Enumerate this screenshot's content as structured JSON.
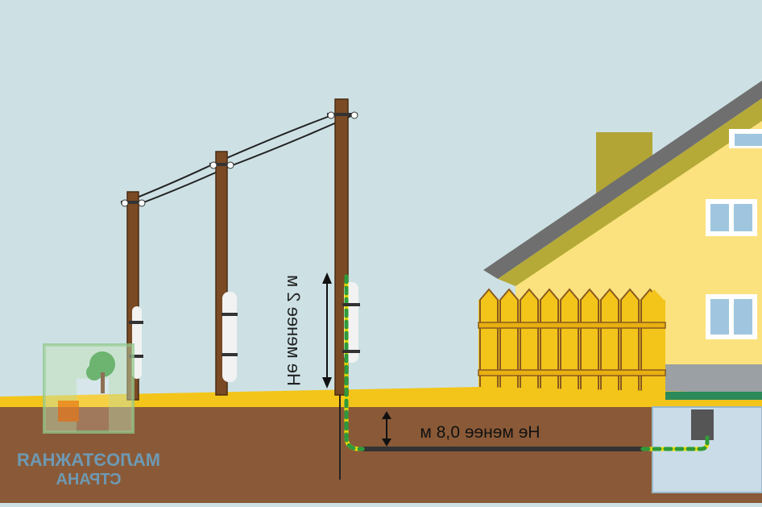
{
  "labels": {
    "height_label": "Не менее 2 м",
    "depth_label": "Не менее 0,8 м"
  },
  "watermark": {
    "line1": "МАЛОЭТАЖНАЯ",
    "line2": "СТРАНА"
  },
  "colors": {
    "sky": "#cde1e5",
    "soil": "#8a5a38",
    "ground_stripe": "#f3c51a",
    "pole": "#7a4a24",
    "house_wall": "#fbe27e",
    "roof": "#6f6f6f",
    "fence": "#f3c51a",
    "cable_yellow": "#f2e000",
    "cable_green": "#2f9a3a",
    "basement": "#c9dce8",
    "text": "#222222"
  }
}
